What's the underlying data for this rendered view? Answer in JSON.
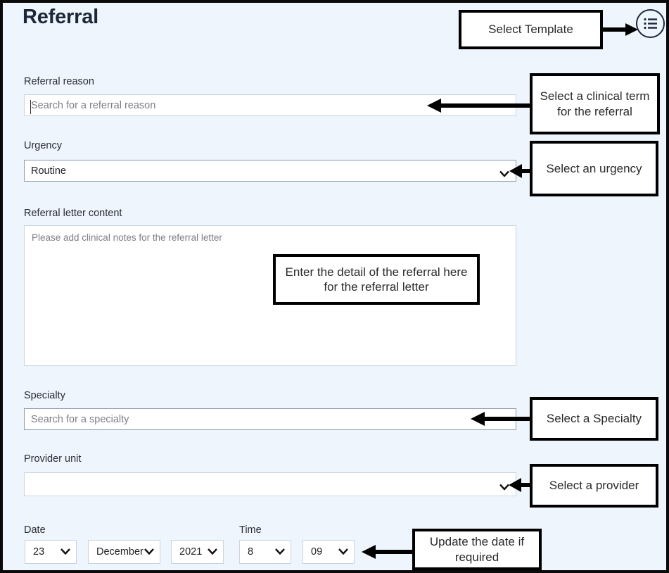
{
  "page": {
    "title": "Referral",
    "background_color": "#eef5fd",
    "border_color": "#0a0a0a",
    "title_color": "#1d2739"
  },
  "header": {
    "template_button_icon": "list-icon",
    "template_callout": "Select Template"
  },
  "fields": {
    "referral_reason": {
      "label": "Referral reason",
      "placeholder": "Search for a referral reason",
      "value": "",
      "callout": "Select a clinical term for the referral"
    },
    "urgency": {
      "label": "Urgency",
      "value": "Routine",
      "callout": "Select an urgency"
    },
    "referral_letter_content": {
      "label": "Referral letter content",
      "placeholder": "Please add clinical notes for the referral letter",
      "value": "",
      "callout": "Enter the detail of the referral here for the referral letter"
    },
    "specialty": {
      "label": "Specialty",
      "placeholder": "Search for a specialty",
      "value": "",
      "callout": "Select a Specialty"
    },
    "provider_unit": {
      "label": "Provider unit",
      "placeholder": "",
      "value": "",
      "callout": "Select a provider"
    },
    "date": {
      "label": "Date",
      "day": "23",
      "month": "December",
      "year": "2021",
      "callout": "Update the date if required"
    },
    "time": {
      "label": "Time",
      "hour": "8",
      "minute": "09"
    }
  }
}
